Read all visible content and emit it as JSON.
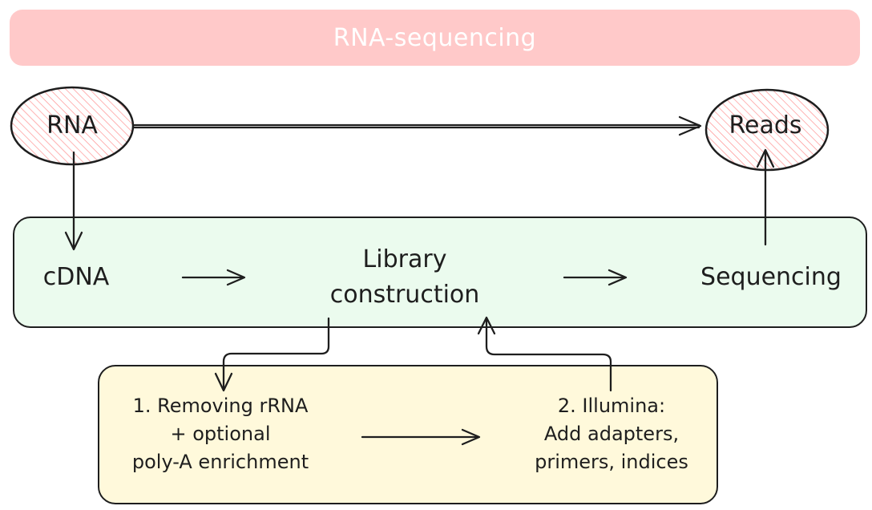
{
  "title": "RNA-sequencing",
  "nodes": {
    "rna": "RNA",
    "reads": "Reads",
    "cdna": "cDNA",
    "library_line1": "Library",
    "library_line2": "construction",
    "sequencing": "Sequencing",
    "step1_line1": "1. Removing rRNA",
    "step1_line2": "+ optional",
    "step1_line3": "poly-A enrichment",
    "step2_line1": "2. Illumina:",
    "step2_line2": "Add adapters,",
    "step2_line3": "primers, indices"
  },
  "colors": {
    "title_fill": "#ffc9c9",
    "node_hatch": "#ff8a8a",
    "band_fill": "#ebfbee",
    "subpanel_fill": "#fff9db",
    "stroke": "#1e1e1e"
  }
}
